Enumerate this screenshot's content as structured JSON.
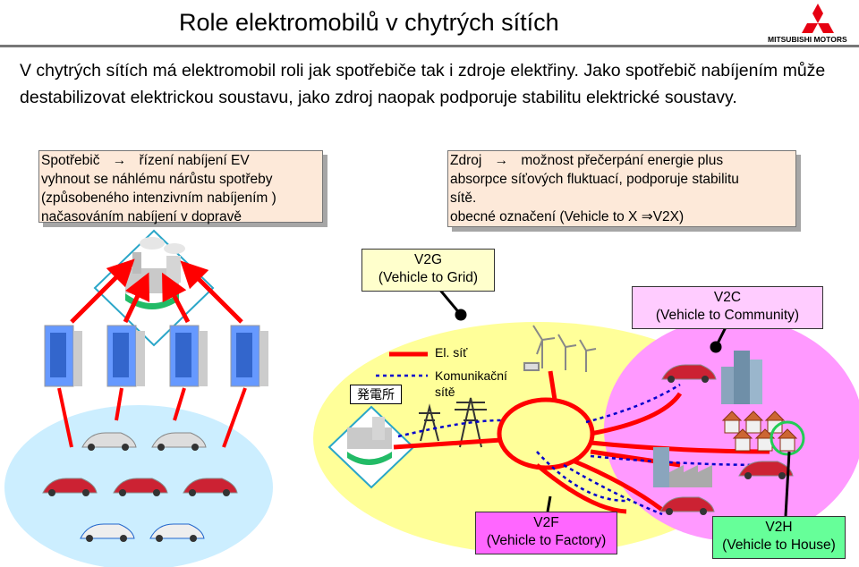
{
  "header": {
    "title": "Role elektromobilů v chytrých  sítích",
    "logo_text": "MITSUBISHI MOTORS"
  },
  "intro": "V chytrých sítích má elektromobil roli jak spotřebiče tak i zdroje elektřiny.  Jako spotřebič nabíjením může destabilizovat elektrickou soustavu, jako zdroj naopak podporuje stabilitu elektrické soustavy.",
  "consumer_box": {
    "term": "Spotřebič",
    "arrow": "→",
    "line1": "řízení nabíjení EV",
    "line2": "vyhnout se náhlému nárůstu spotřeby",
    "line3": "(způsobeného intenzivním nabíjením )",
    "line4": "načasováním nabíjení v dopravě"
  },
  "source_box": {
    "term": "Zdroj",
    "arrow": "→",
    "line1": "možnost přečerpání energie plus",
    "line2": "absorpce  síťových fluktuací, podporuje stabilitu",
    "line3": "sítě.",
    "line4": "obecné označení (Vehicle to X ⇒V2X)"
  },
  "labels": {
    "v2g_a": "V2G",
    "v2g_b": "(Vehicle to Grid)",
    "v2c_a": "V2C",
    "v2c_b": "(Vehicle to Community)",
    "v2f_a": "V2F",
    "v2f_b": "(Vehicle to Factory)",
    "v2h_a": "V2H",
    "v2h_b": "(Vehicle to House)"
  },
  "legend": {
    "power": "El. síť",
    "comm_a": "Komunikační",
    "comm_b": "sítě"
  },
  "power_plant_label": "発電所",
  "colors": {
    "box_fill": "#fde9d9",
    "power_line": "#ff0000",
    "comm_line": "#0000cc",
    "v2g_fill": "#ffffcc",
    "v2c_fill": "#ffccff",
    "v2f_fill": "#ff66ff",
    "v2h_fill": "#66ff99",
    "grid_area": "#ffff99",
    "community_area": "#ff99ff",
    "car_area": "#cceeff"
  }
}
